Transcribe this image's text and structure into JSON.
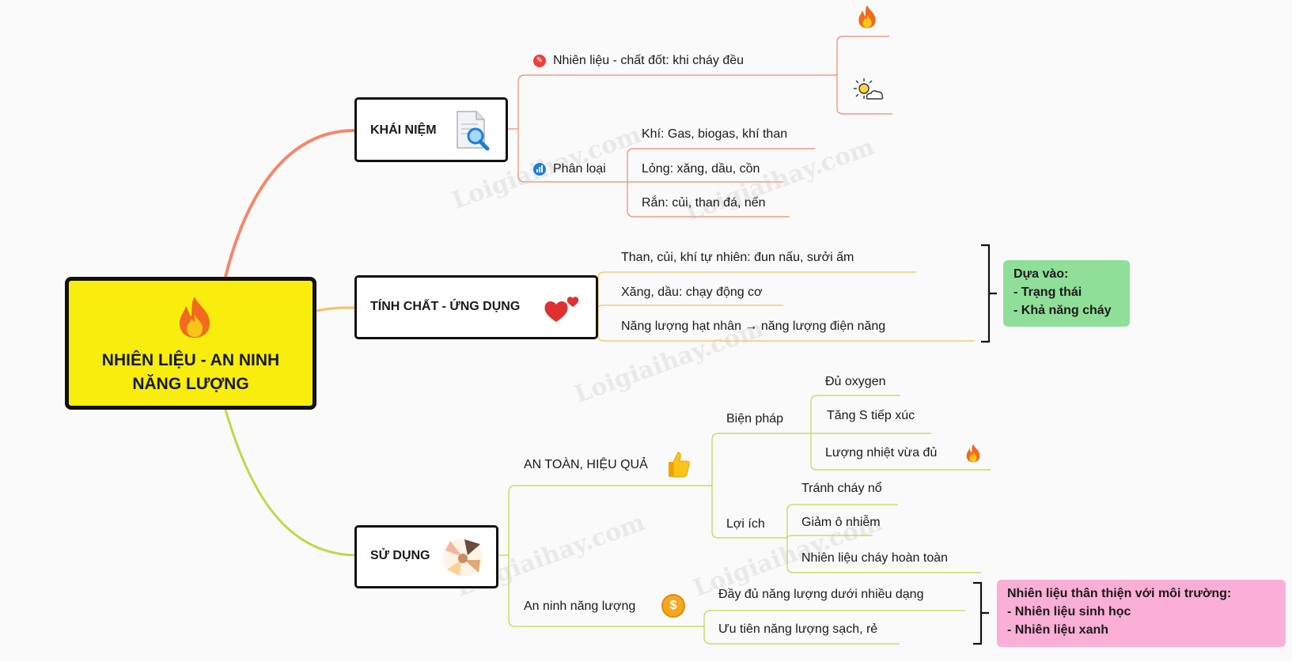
{
  "root": {
    "title_line1": "NHIÊN LIỆU - AN NINH",
    "title_line2": "NĂNG LƯỢNG"
  },
  "khai_niem": {
    "label": "KHÁI NIỆM",
    "definition": "Nhiên liệu - chất đốt: khi cháy đều",
    "phan_loai": {
      "label": "Phân loại",
      "items": [
        "Khí: Gas, biogas, khí than",
        "Lỏng: xăng, dầu, cồn",
        "Rắn: củi, than đá, nến"
      ]
    }
  },
  "tinh_chat": {
    "label": "TÍNH CHẤT - ỨNG DỤNG",
    "items": [
      "Than, củi, khí tự nhiên: đun nấu, sưởi ấm",
      "Xăng, dầu: chạy động cơ",
      "Năng lượng hạt nhân → năng lượng điện năng"
    ],
    "note_lines": [
      "Dựa vào:",
      "- Trạng thái",
      "- Khả năng cháy"
    ]
  },
  "su_dung": {
    "label": "SỬ DỤNG",
    "an_toan": {
      "label": "AN TOÀN, HIỆU QUẢ",
      "bien_phap": {
        "label": "Biện pháp",
        "items": [
          "Đủ oxygen",
          "Tăng S tiếp xúc",
          "Lượng nhiệt vừa đủ"
        ]
      },
      "loi_ich": {
        "label": "Lợi ích",
        "items": [
          "Tránh cháy nổ",
          "Giảm ô nhiễm",
          "Nhiên liệu cháy hoàn toàn"
        ]
      }
    },
    "an_ninh": {
      "label": "An ninh năng lượng",
      "items": [
        "Đầy đủ năng lượng dưới nhiều dạng",
        "Ưu tiên năng lượng sạch, rẻ"
      ],
      "note_lines": [
        "Nhiên liệu thân thiện với môi trường:",
        "- Nhiên liệu sinh học",
        "- Nhiên liệu xanh"
      ]
    }
  },
  "watermark": "Loigiaihay.com",
  "colors": {
    "branch_orange": "#f4886a",
    "branch_light_orange": "#f6c05a",
    "branch_green": "#c3d64a",
    "root_fill": "#f8ed0d",
    "note_green": "#8fdf98",
    "note_pink": "#fbaed6"
  }
}
